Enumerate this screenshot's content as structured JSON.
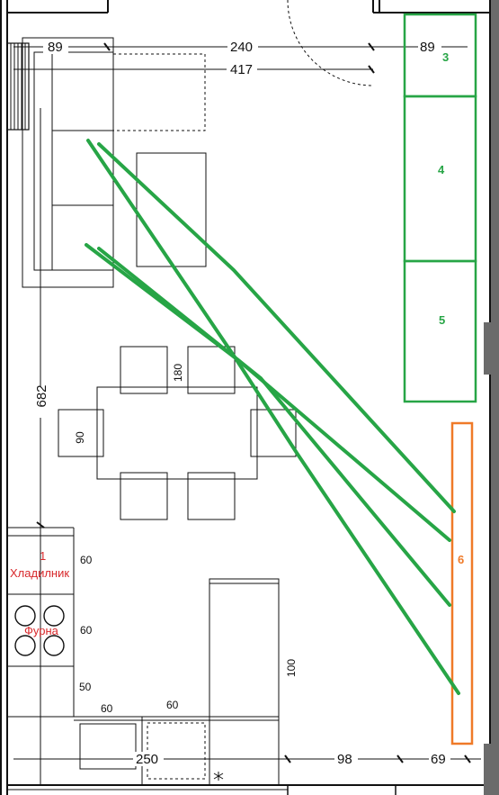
{
  "dimensions": {
    "top_left": "89",
    "top_middle": "240",
    "top_right": "89",
    "overall_top": "417",
    "left_vertical": "682",
    "bottom_left": "250",
    "bottom_middle": "98",
    "bottom_right": "69",
    "table_height": "180",
    "table_width": "90",
    "fridge_depth": "60",
    "oven_depth": "60",
    "counter_depth": "50",
    "sink_cabinet": "60",
    "dishwasher": "60",
    "tall_unit": "100"
  },
  "labels": {
    "fridge_number": "1",
    "fridge": "Хладилник",
    "oven": "Фурна",
    "cabinet_3": "3",
    "cabinet_4": "4",
    "cabinet_5": "5",
    "cabinet_6": "6"
  },
  "colors": {
    "wall": "#111111",
    "green_markup": "#27a546",
    "orange_markup": "#ef7a28",
    "label_red": "#d8282b",
    "dark_wall_fill": "#6b6b6b"
  }
}
